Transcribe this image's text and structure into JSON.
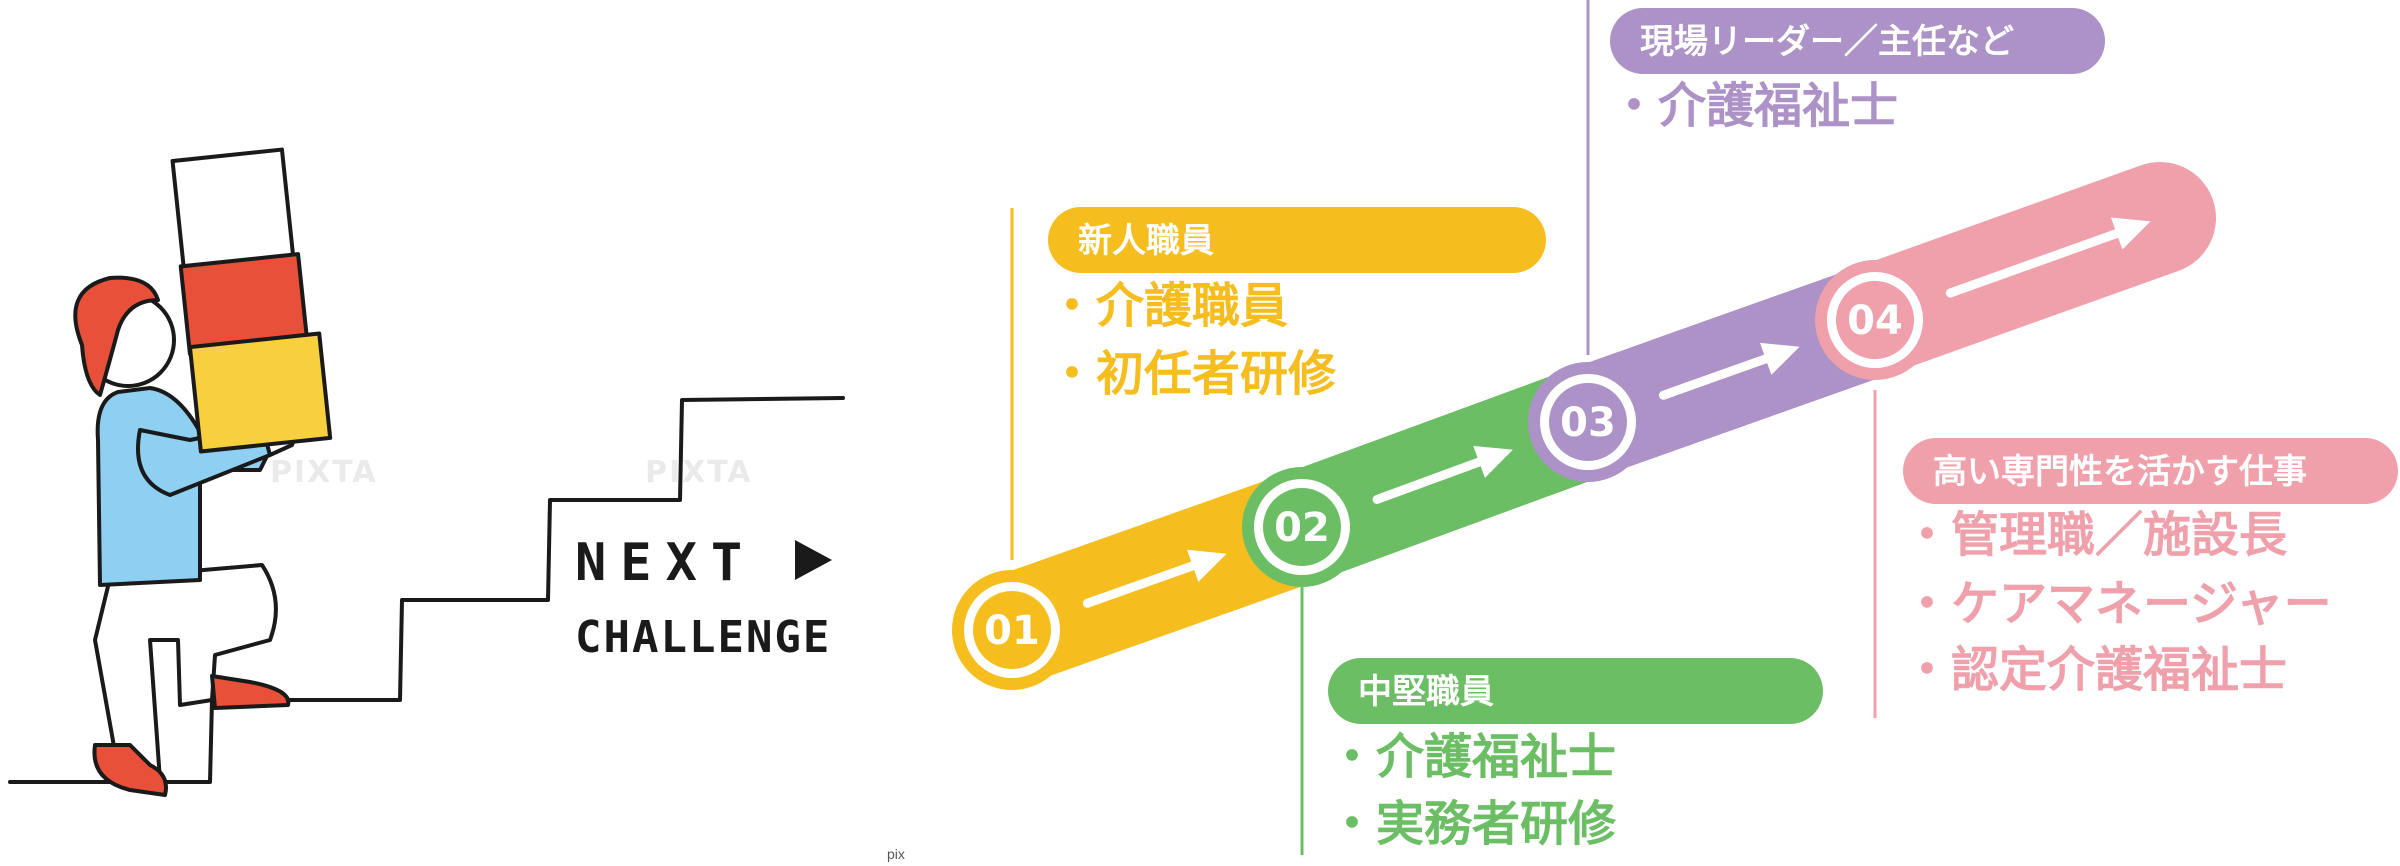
{
  "colors": {
    "step1": "#F5BD1E",
    "step2": "#6CBE64",
    "step3": "#AC92C6",
    "step4": "#EFA0AA",
    "hair": "#E8503A",
    "shirt": "#8ECFF2",
    "box_red": "#E8503A",
    "box_yellow": "#F8CF3E",
    "ink": "#1A1A1A"
  },
  "illustration": {
    "caption_line1": "NEXT",
    "caption_line2": "CHALLENGE",
    "play_icon": "play-triangle-icon"
  },
  "steps": [
    {
      "number": "01",
      "title": "新人職員",
      "items": [
        "・介護職員",
        "・初任者研修"
      ]
    },
    {
      "number": "02",
      "title": "中堅職員",
      "items": [
        "・介護福祉士",
        "・実務者研修"
      ]
    },
    {
      "number": "03",
      "title": "現場リーダー／主任など",
      "items": [
        "・介護福祉士"
      ]
    },
    {
      "number": "04",
      "title": "高い専門性を活かす仕事",
      "items": [
        "・管理職／施設長",
        "・ケアマネージャー",
        "・認定介護福祉士"
      ]
    }
  ],
  "watermark": {
    "text": "PIXTA"
  },
  "credit": {
    "text": "pix"
  }
}
